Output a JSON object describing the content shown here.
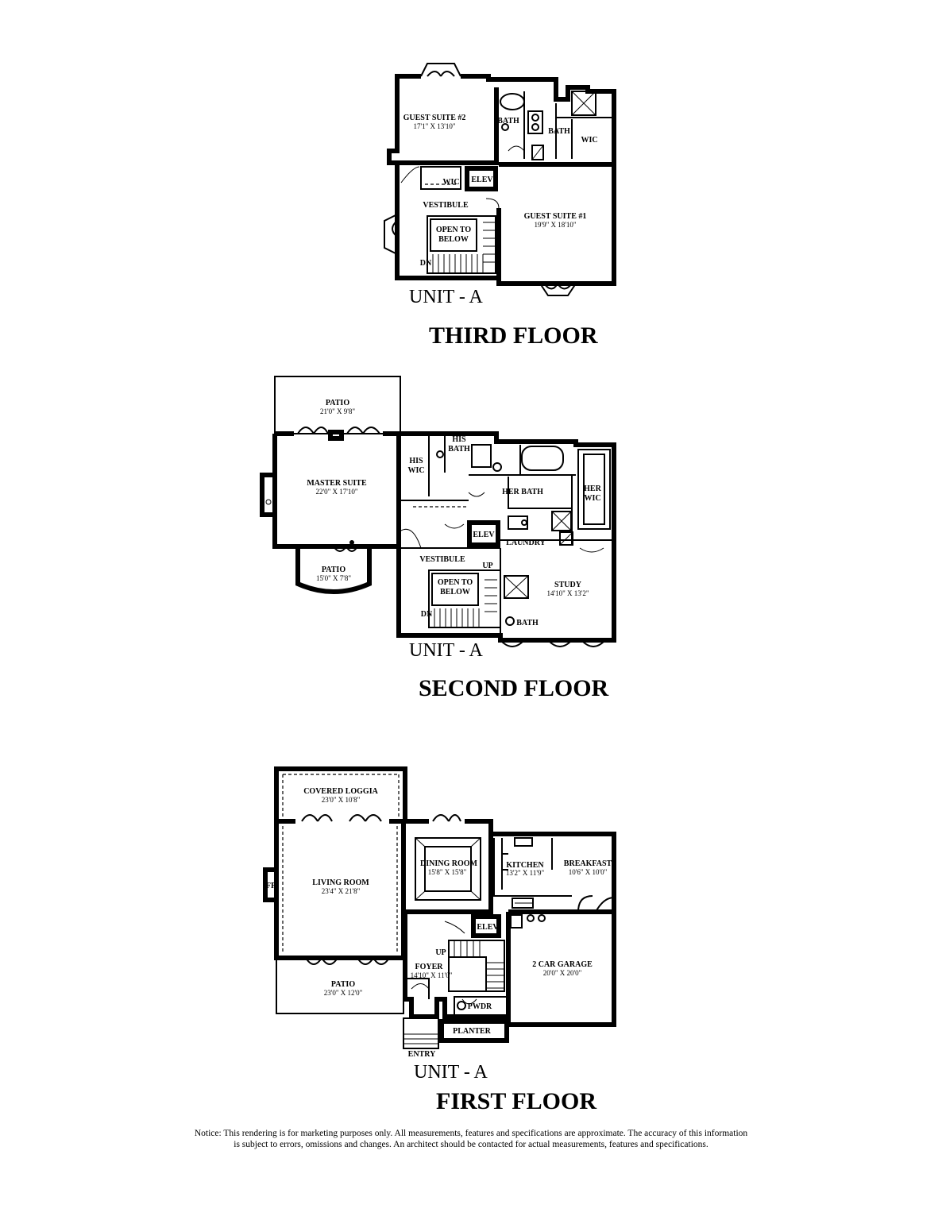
{
  "third_floor": {
    "unit": "UNIT - A",
    "title": "THIRD FLOOR",
    "rooms": {
      "guest2_name": "GUEST SUITE #2",
      "guest2_dim": "17'1\" X 13'10\"",
      "bath_a": "BATH",
      "bath_b": "BATH",
      "wic": "WIC",
      "wic2": "WIC",
      "elev": "ELEV",
      "vestibule": "VESTIBULE",
      "guest1_name": "GUEST SUITE #1",
      "guest1_dim": "19'9\" X 18'10\"",
      "open1": "OPEN TO",
      "open2": "BELOW",
      "dn": "DN"
    }
  },
  "second_floor": {
    "unit": "UNIT - A",
    "title": "SECOND FLOOR",
    "rooms": {
      "patio_top_name": "PATIO",
      "patio_top_dim": "21'0\" X 9'8\"",
      "master_name": "MASTER SUITE",
      "master_dim": "22'0\" X 17'10\"",
      "patio_bot_name": "PATIO",
      "patio_bot_dim": "15'0\" X 7'8\"",
      "his_wic1": "HIS",
      "his_wic2": "WIC",
      "his_bath1": "HIS",
      "his_bath2": "BATH",
      "her_bath": "HER BATH",
      "her_wic1": "HER",
      "her_wic2": "WIC",
      "elev": "ELEV",
      "laundry": "LAUNDRY",
      "vestibule": "VESTIBULE",
      "up": "UP",
      "open1": "OPEN TO",
      "open2": "BELOW",
      "dn": "DN",
      "study_name": "STUDY",
      "study_dim": "14'10\" X 13'2\"",
      "bath": "BATH"
    }
  },
  "first_floor": {
    "unit": "UNIT - A",
    "title": "FIRST FLOOR",
    "rooms": {
      "loggia_name": "COVERED LOGGIA",
      "loggia_dim": "23'0\" X 10'8\"",
      "living_name": "LIVING ROOM",
      "living_dim": "23'4\" X 21'8\"",
      "fp": "FP",
      "patio_name": "PATIO",
      "patio_dim": "23'0\" X 12'0\"",
      "dining_name": "DINING ROOM",
      "dining_dim": "15'8\" X 15'8\"",
      "kitchen_name": "KITCHEN",
      "kitchen_dim": "13'2\" X 11'9\"",
      "breakfast_name": "BREAKFAST",
      "breakfast_dim": "10'6\" X 10'0\"",
      "elev": "ELEV",
      "up": "UP",
      "foyer_name": "FOYER",
      "foyer_dim": "14'10\" X 11'0\"",
      "garage_name": "2 CAR GARAGE",
      "garage_dim": "20'0\" X 20'0\"",
      "pwdr": "PWDR",
      "planter": "PLANTER",
      "entry": "ENTRY"
    }
  },
  "notice": {
    "line1": "Notice: This rendering is for marketing purposes only. All measurements, features and specifications are approximate. The accuracy of this information",
    "line2": "is subject to errors, omissions and changes. An architect should be contacted for actual measurements, features and specifications."
  }
}
